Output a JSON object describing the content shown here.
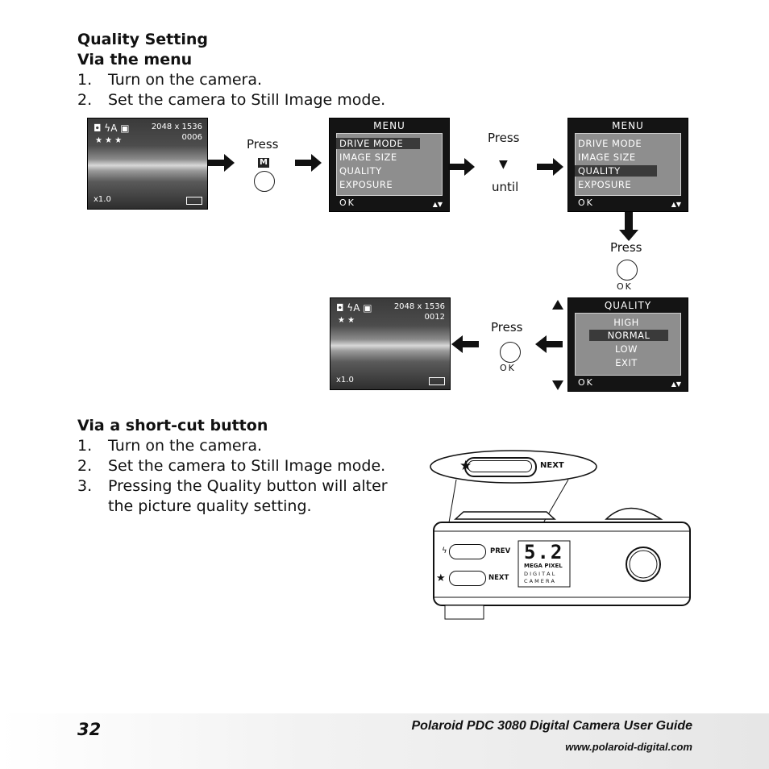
{
  "heading": "Quality Setting",
  "sub1": "Via the menu",
  "steps1": [
    {
      "num": "1.",
      "text": "Turn on the camera."
    },
    {
      "num": "2.",
      "text": "Set the camera to Still Image mode."
    }
  ],
  "diagram": {
    "lcd1": {
      "resolution": "2048 x 1536",
      "count": "0006",
      "stars": "★ ★ ★",
      "zoom": "x1.0"
    },
    "press1": "Press",
    "m_key": "M",
    "menu1": {
      "title": "MENU",
      "items": [
        "DRIVE MODE",
        "IMAGE SIZE",
        "QUALITY",
        "EXPOSURE"
      ],
      "ok": "OK"
    },
    "press2": "Press",
    "down_glyph": "▼",
    "until": "until",
    "menu2": {
      "title": "MENU",
      "items": [
        "DRIVE MODE",
        "IMAGE SIZE",
        "QUALITY",
        "EXPOSURE"
      ],
      "ok": "OK"
    },
    "press3": "Press",
    "ok_caption": "OK",
    "quality_menu": {
      "title": "QUALITY",
      "items": [
        "HIGH",
        "NORMAL",
        "LOW",
        "EXIT"
      ],
      "ok": "OK"
    },
    "press4": "Press",
    "ok_caption2": "OK",
    "lcd2": {
      "resolution": "2048 x 1536",
      "count": "0012",
      "stars": "★ ★",
      "zoom": "x1.0"
    }
  },
  "sub2": "Via a short-cut button",
  "steps2": [
    {
      "num": "1.",
      "text": "Turn on the camera."
    },
    {
      "num": "2.",
      "text": "Set the camera to Still Image mode."
    },
    {
      "num": "3.",
      "text": "Pressing the Quality button will alter"
    }
  ],
  "step3_cont": "the picture quality setting.",
  "camera": {
    "next_label": "NEXT",
    "prev_label": "PREV",
    "next_label2": "NEXT",
    "mp_big": "5.2",
    "mp_line1": "MEGA PIXEL",
    "mp_line2": "D I G I T A L",
    "mp_line3": "C A M E R A"
  },
  "footer": {
    "page": "32",
    "title": "Polaroid PDC 3080 Digital Camera User Guide",
    "url": "www.polaroid-digital.com"
  }
}
